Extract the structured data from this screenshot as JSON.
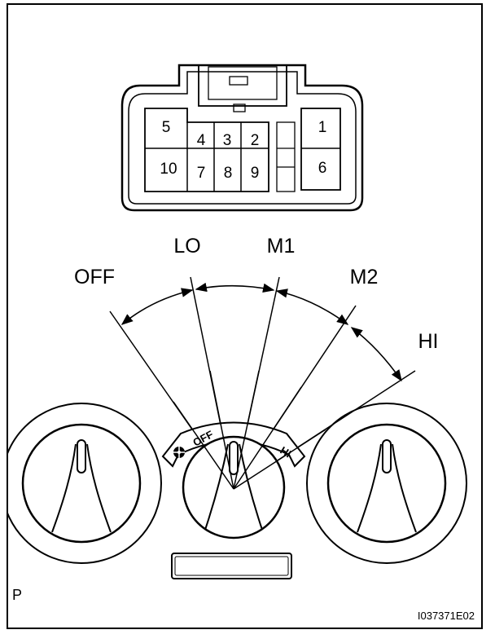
{
  "connector": {
    "pins": [
      "1",
      "2",
      "3",
      "4",
      "5",
      "6",
      "7",
      "8",
      "9",
      "10"
    ]
  },
  "switch": {
    "positions": [
      "OFF",
      "LO",
      "M1",
      "M2",
      "HI"
    ],
    "knob_label_off": "OFF",
    "knob_label_hi": "HI"
  },
  "footer": {
    "left_mark": "P",
    "figure_id": "I037371E02"
  }
}
